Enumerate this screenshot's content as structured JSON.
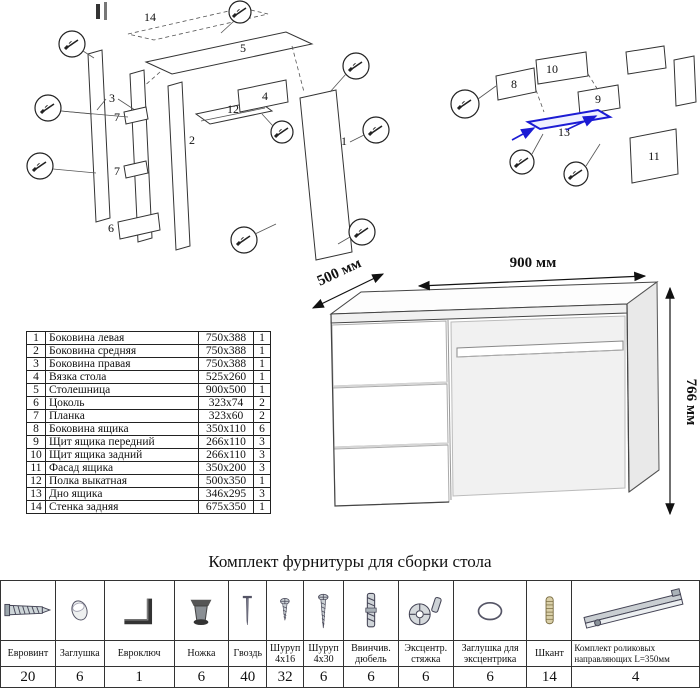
{
  "colors": {
    "accent_blue": "#1b1bd4"
  },
  "diagram_left": {
    "labels": {
      "p1": "1",
      "p2": "2",
      "p3": "3",
      "p4": "4",
      "p5": "5",
      "p6": "6",
      "p7a": "7",
      "p7b": "7",
      "p12": "12",
      "p14": "14"
    }
  },
  "diagram_right": {
    "labels": {
      "p8": "8",
      "p9": "9",
      "p10": "10",
      "p11": "11",
      "p13": "13"
    }
  },
  "desk": {
    "dim_width": "900 мм",
    "dim_depth": "500 мм",
    "dim_height": "766 мм"
  },
  "parts_table": {
    "rows": [
      {
        "num": "1",
        "name": "Боковина левая",
        "size": "750x388",
        "qty": "1"
      },
      {
        "num": "2",
        "name": "Боковина средняя",
        "size": "750x388",
        "qty": "1"
      },
      {
        "num": "3",
        "name": "Боковина правая",
        "size": "750x388",
        "qty": "1"
      },
      {
        "num": "4",
        "name": "Вязка стола",
        "size": "525x260",
        "qty": "1"
      },
      {
        "num": "5",
        "name": "Столешница",
        "size": "900x500",
        "qty": "1"
      },
      {
        "num": "6",
        "name": "Цоколь",
        "size": "323x74",
        "qty": "2"
      },
      {
        "num": "7",
        "name": "Планка",
        "size": "323x60",
        "qty": "2"
      },
      {
        "num": "8",
        "name": "Боковина ящика",
        "size": "350x110",
        "qty": "6"
      },
      {
        "num": "9",
        "name": "Щит ящика передний",
        "size": "266x110",
        "qty": "3"
      },
      {
        "num": "10",
        "name": "Щит ящика задний",
        "size": "266x110",
        "qty": "3"
      },
      {
        "num": "11",
        "name": "Фасад ящика",
        "size": "350x200",
        "qty": "3"
      },
      {
        "num": "12",
        "name": "Полка выкатная",
        "size": "500x350",
        "qty": "1"
      },
      {
        "num": "13",
        "name": "Дно ящика",
        "size": "346x295",
        "qty": "3"
      },
      {
        "num": "14",
        "name": "Стенка задняя",
        "size": "675x350",
        "qty": "1"
      }
    ]
  },
  "hardware": {
    "title": "Комплект фурнитуры для сборки стола",
    "items": [
      {
        "name": "Евровинт",
        "qty": "20",
        "icon": "euro-screw"
      },
      {
        "name": "Заглушка",
        "qty": "6",
        "icon": "plug"
      },
      {
        "name": "Евроключ",
        "qty": "1",
        "icon": "hex-key"
      },
      {
        "name": "Ножка",
        "qty": "6",
        "icon": "leg"
      },
      {
        "name": "Гвоздь",
        "qty": "40",
        "icon": "nail"
      },
      {
        "name": "Шуруп 4x16",
        "qty": "32",
        "icon": "screw-short"
      },
      {
        "name": "Шуруп 4x30",
        "qty": "6",
        "icon": "screw-long"
      },
      {
        "name": "Ввинчив. дюбель",
        "qty": "6",
        "icon": "screw-dowel"
      },
      {
        "name": "Эксцентр. стяжка",
        "qty": "6",
        "icon": "cam-lock"
      },
      {
        "name": "Заглушка для эксцентрика",
        "qty": "6",
        "icon": "cam-cover"
      },
      {
        "name": "Шкант",
        "qty": "14",
        "icon": "wood-dowel"
      },
      {
        "name": "Комплект роликовых направляющих L=350мм",
        "qty": "4",
        "icon": "slide-rail"
      }
    ]
  }
}
